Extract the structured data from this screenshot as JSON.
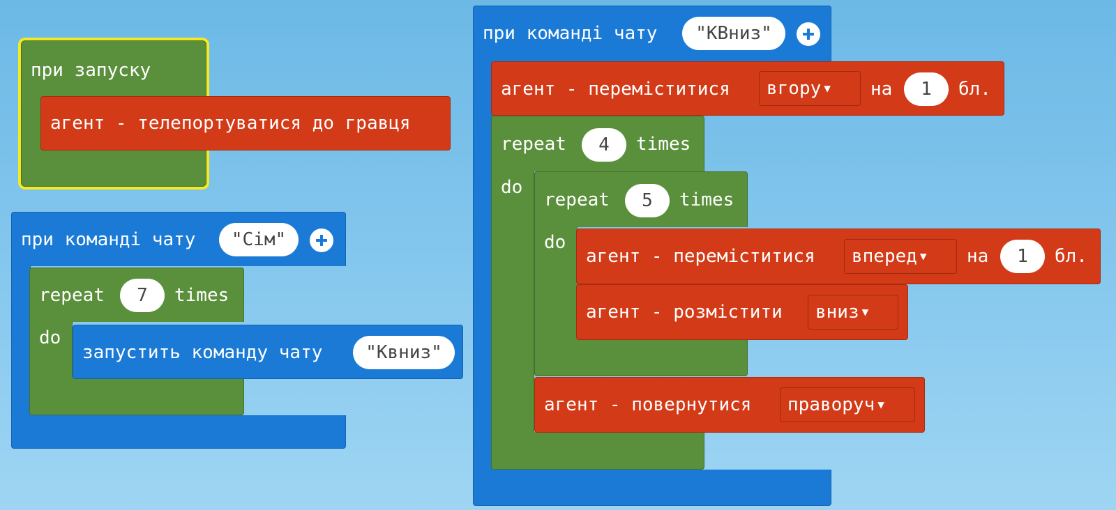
{
  "on_start": {
    "header": "при запуску",
    "teleport": "агент - телепортуватися до гравця"
  },
  "cmd_sim": {
    "header": "при команді чату",
    "command": "\"Сім\"",
    "repeat_label": "repeat",
    "repeat_count": "7",
    "times_label": "times",
    "do_label": "do",
    "run_cmd": "запустить команду чату",
    "run_arg": "\"Квниз\""
  },
  "cmd_kvniz": {
    "header": "при команді чату",
    "command": "\"КВниз\"",
    "move_up": {
      "label": "агент - переміститися",
      "direction": "вгору",
      "on": "на",
      "count": "1",
      "unit": "бл."
    },
    "outer_repeat": {
      "label": "repeat",
      "count": "4",
      "times": "times",
      "do": "do"
    },
    "inner_repeat": {
      "label": "repeat",
      "count": "5",
      "times": "times",
      "do": "do"
    },
    "move_forward": {
      "label": "агент - переміститися",
      "direction": "вперед",
      "on": "на",
      "count": "1",
      "unit": "бл."
    },
    "place": {
      "label": "агент - розмістити",
      "direction": "вниз"
    },
    "turn": {
      "label": "агент - повернутися",
      "direction": "праворуч"
    }
  },
  "colors": {
    "event_green": "#5a8f3c",
    "agent_red": "#d33a17",
    "chat_blue": "#1a7ad6",
    "highlight_yellow": "#f4ea24"
  }
}
